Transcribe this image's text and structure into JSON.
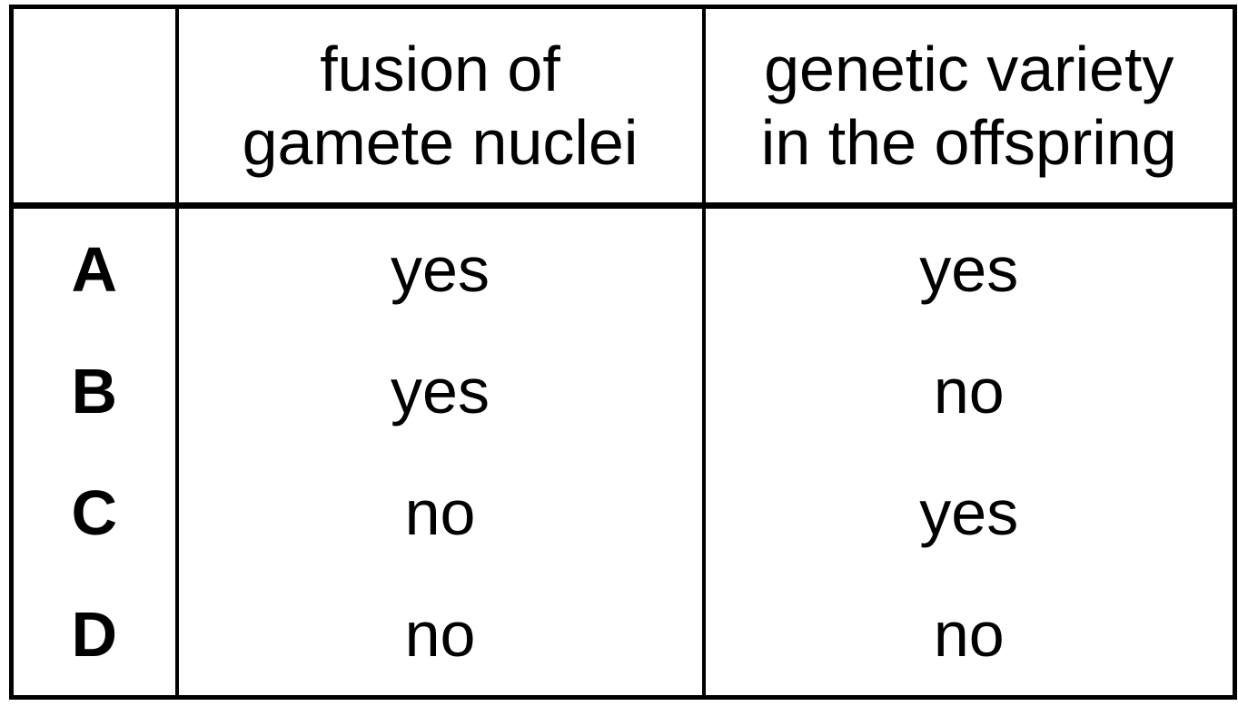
{
  "table": {
    "headers": {
      "option_column": "",
      "fusion": {
        "line1": "fusion of",
        "line2": "gamete nuclei"
      },
      "variety": {
        "line1": "genetic variety",
        "line2": "in the offspring"
      }
    },
    "rows": [
      {
        "option": "A",
        "fusion": "yes",
        "variety": "yes"
      },
      {
        "option": "B",
        "fusion": "yes",
        "variety": "no"
      },
      {
        "option": "C",
        "fusion": "no",
        "variety": "yes"
      },
      {
        "option": "D",
        "fusion": "no",
        "variety": "no"
      }
    ]
  },
  "chart_data": {
    "type": "table",
    "columns": [
      "",
      "fusion of gamete nuclei",
      "genetic variety in the offspring"
    ],
    "rows": [
      [
        "A",
        "yes",
        "yes"
      ],
      [
        "B",
        "yes",
        "no"
      ],
      [
        "C",
        "no",
        "yes"
      ],
      [
        "D",
        "no",
        "no"
      ]
    ]
  },
  "colors": {
    "background": "#ffffff",
    "border": "#000000",
    "text": "#000000"
  }
}
